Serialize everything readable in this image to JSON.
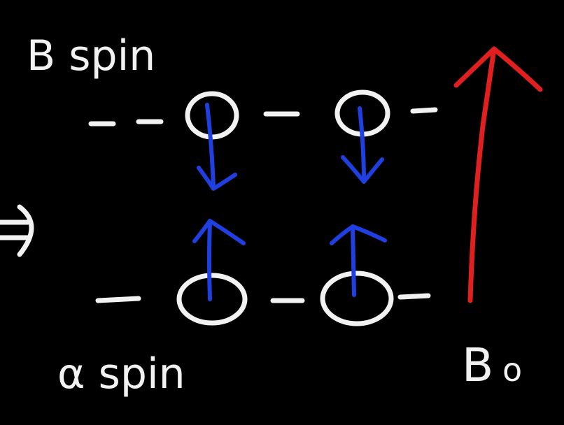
{
  "labels": {
    "beta_spin": "B spin",
    "alpha_spin": "α spin",
    "field_label": "B",
    "field_subscript": "o"
  },
  "colors": {
    "background": "#000000",
    "chalk": "#f2f2f2",
    "spin_arrow": "#1f3fe0",
    "field_arrow": "#e01f1f"
  },
  "icons": {
    "pointer": "right-arrow-icon"
  }
}
